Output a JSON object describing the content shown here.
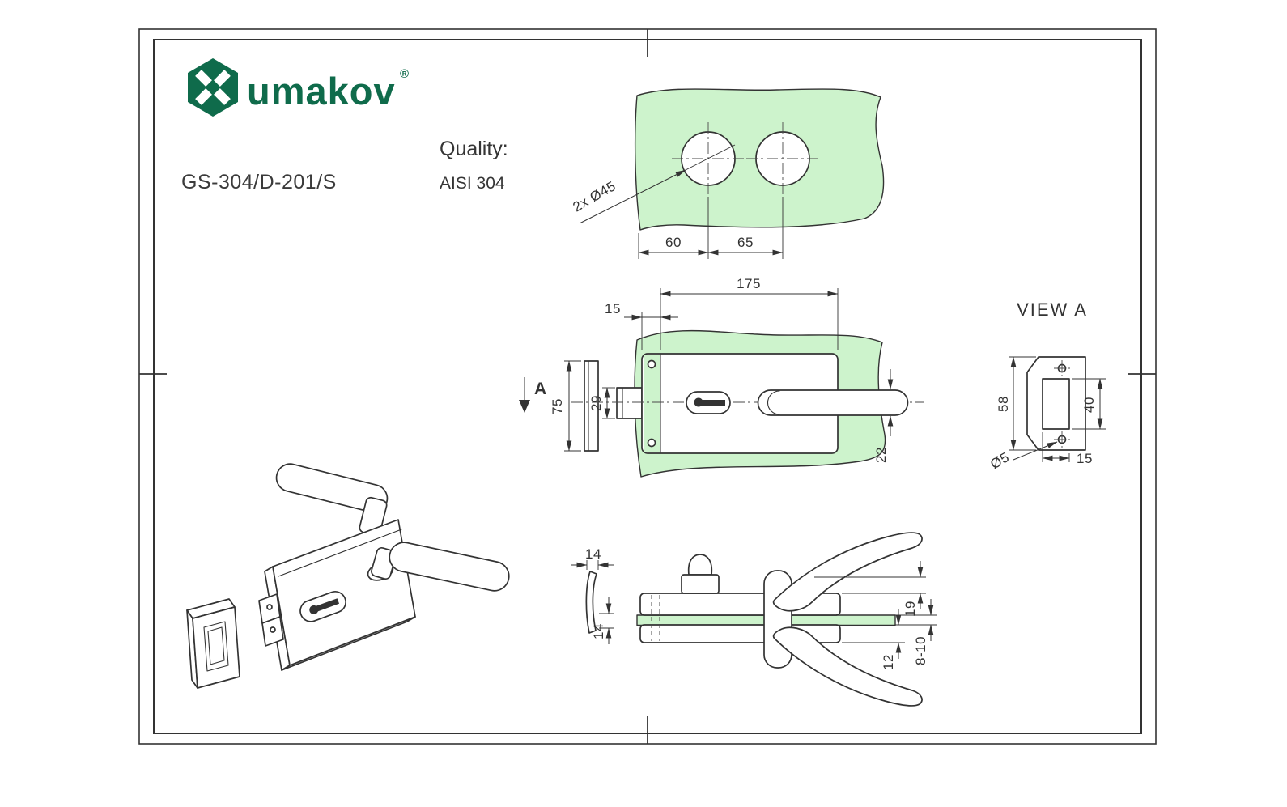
{
  "colors": {
    "brand_green": "#0f6b4b",
    "glass": "#cdf3cc",
    "line": "#333333"
  },
  "header": {
    "brand": "umakov",
    "registered": "®",
    "part_number": "GS-304/D-201/S",
    "quality_label": "Quality:",
    "quality_value": "AISI 304"
  },
  "glass_view": {
    "hole_callout": "2x Ø45",
    "dim_60": "60",
    "dim_65": "65"
  },
  "front_view": {
    "dim_175": "175",
    "dim_15": "15",
    "dim_75": "75",
    "dim_29": "29",
    "dim_22": "22",
    "view_arrow_label": "A"
  },
  "view_a": {
    "title": "VIEW A",
    "dim_58": "58",
    "dim_40": "40",
    "dim_d5": "Ø5",
    "dim_15": "15"
  },
  "plan_view": {
    "dim_14_top": "14",
    "dim_14_left": "14",
    "dim_19": "19",
    "dim_12": "12",
    "dim_8_10": "8-10"
  }
}
